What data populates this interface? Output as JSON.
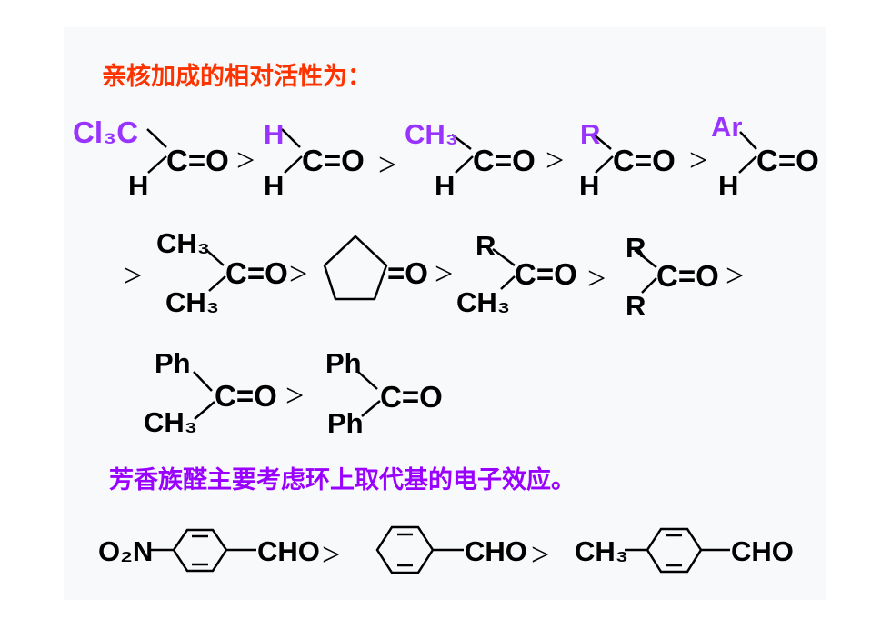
{
  "title": "亲核加成的相对活性为：",
  "subtitle": "芳香族醛主要考虑环上取代基的电子效应。",
  "colors": {
    "heading_red": "#ff3300",
    "heading_purple": "#9900ff",
    "substituent_purple": "#9933ff",
    "ink": "#000000",
    "panel": "#f8f9fa"
  },
  "symbols": {
    "gt": ">",
    "double_bond": "C=O",
    "h": "H"
  },
  "row1": [
    {
      "group": "Cl₃C",
      "colon": ""
    },
    {
      "group": "H"
    },
    {
      "group": "CH₃"
    },
    {
      "group": "R"
    },
    {
      "group": "Ar"
    }
  ],
  "row2": {
    "acetone": {
      "top": "CH₃",
      "bottom": "CH₃"
    },
    "cyclo": "=O",
    "methyl_ketone": {
      "top": "R",
      "bottom": "CH₃"
    },
    "dialkyl": {
      "top": "R",
      "bottom": "R"
    }
  },
  "row3": {
    "acetophenone": {
      "top": "Ph",
      "bottom": "CH₃"
    },
    "benzophenone": {
      "top": "Ph",
      "bottom": "Ph"
    }
  },
  "row4": {
    "nitro": "O₂N",
    "cho": "CHO",
    "methyl": "CH₃"
  }
}
